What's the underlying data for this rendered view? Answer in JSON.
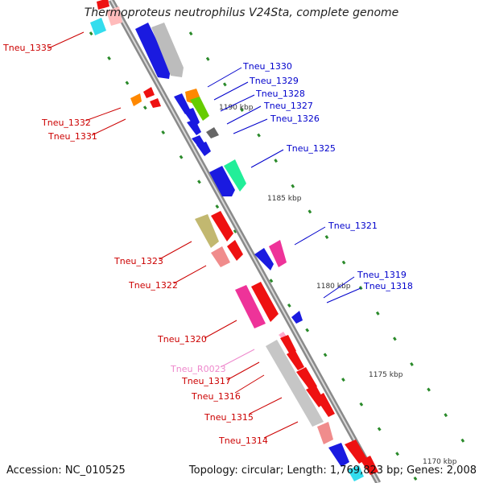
{
  "title": "Thermoproteus neutrophilus V24Sta, complete genome",
  "footer": {
    "accession": "Accession: NC_010525",
    "summary": "Topology: circular; Length: 1,769,823 bp; Genes: 2,008"
  },
  "colors": {
    "forward_label": "#0000cc",
    "reverse_label": "#cc0000",
    "rna_label": "#ee88cc",
    "axis": "#999999",
    "tick": "#007700"
  },
  "scale_labels": [
    {
      "text": "1190 kbp",
      "kbp": 1190
    },
    {
      "text": "1185 kbp",
      "kbp": 1185
    },
    {
      "text": "1180 kbp",
      "kbp": 1180
    },
    {
      "text": "1175 kbp",
      "kbp": 1175
    },
    {
      "text": "1170 kbp",
      "kbp": 1170
    }
  ],
  "gene_labels": {
    "forward": [
      "Tneu_1330",
      "Tneu_1329",
      "Tneu_1328",
      "Tneu_1327",
      "Tneu_1326",
      "Tneu_1325",
      "Tneu_1321",
      "Tneu_1319",
      "Tneu_1318"
    ],
    "reverse": [
      "Tneu_1335",
      "Tneu_1332",
      "Tneu_1331",
      "Tneu_1323",
      "Tneu_1322",
      "Tneu_1320",
      "Tneu_1317",
      "Tneu_1316",
      "Tneu_1315",
      "Tneu_1314"
    ],
    "rna": [
      "Tneu_R0023"
    ]
  }
}
